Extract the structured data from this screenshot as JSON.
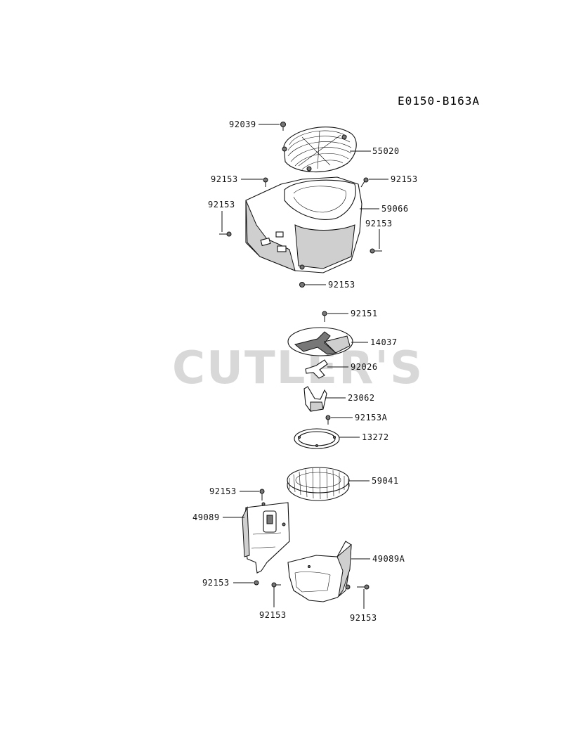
{
  "diagram_code": "E0150-B163A",
  "watermark": "CUTLER'S",
  "callouts": [
    {
      "id": "92039",
      "label": "92039"
    },
    {
      "id": "55020",
      "label": "55020"
    },
    {
      "id": "92153_a",
      "label": "92153"
    },
    {
      "id": "92153_b",
      "label": "92153"
    },
    {
      "id": "92153_c",
      "label": "92153"
    },
    {
      "id": "59066",
      "label": "59066"
    },
    {
      "id": "92153_d",
      "label": "92153"
    },
    {
      "id": "92153_e",
      "label": "92153"
    },
    {
      "id": "92151",
      "label": "92151"
    },
    {
      "id": "14037",
      "label": "14037"
    },
    {
      "id": "92026",
      "label": "92026"
    },
    {
      "id": "23062",
      "label": "23062"
    },
    {
      "id": "92153A",
      "label": "92153A"
    },
    {
      "id": "13272",
      "label": "13272"
    },
    {
      "id": "59041",
      "label": "59041"
    },
    {
      "id": "92153_f",
      "label": "92153"
    },
    {
      "id": "49089",
      "label": "49089"
    },
    {
      "id": "49089A",
      "label": "49089A"
    },
    {
      "id": "92153_g",
      "label": "92153"
    },
    {
      "id": "92153_h",
      "label": "92153"
    },
    {
      "id": "92153_i",
      "label": "92153"
    }
  ]
}
